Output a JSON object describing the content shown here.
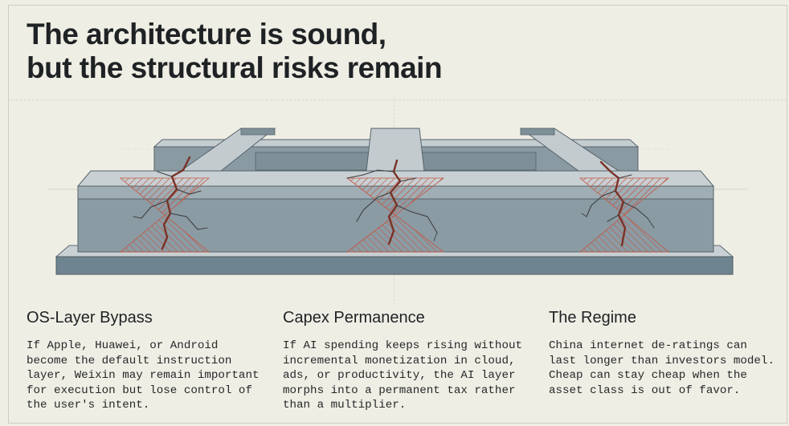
{
  "title": {
    "line1": "The architecture is sound,",
    "line2": "but the structural risks remain"
  },
  "risks": [
    {
      "heading": "OS-Layer Bypass",
      "lines": [
        "If Apple, Huawei, or Android",
        "become the default instruction",
        "layer, Weixin may remain important",
        "for execution but lose control of",
        "the user's intent."
      ]
    },
    {
      "heading": "Capex Permanence",
      "lines": [
        "If AI spending keeps rising without",
        "incremental monetization in cloud,",
        "ads, or productivity, the AI layer",
        "morphs into a permanent tax rather",
        "than a multiplier."
      ]
    },
    {
      "heading": "The Regime",
      "lines": [
        "China internet de-ratings can",
        "last longer than investors model.",
        "Cheap can stay cheap when the",
        "asset class is out of favor."
      ]
    }
  ],
  "colors": {
    "background": "#efeee5",
    "concrete_front": "#8f9ea6",
    "concrete_top": "#c6ced2",
    "concrete_dark": "#6e7f88",
    "crack": "#7a3226",
    "stress_hatch": "#c4553f"
  }
}
